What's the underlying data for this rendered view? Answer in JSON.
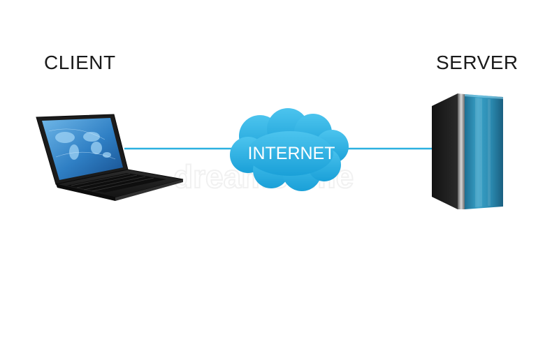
{
  "nodes": {
    "client": {
      "label": "CLIENT",
      "icon": "laptop-icon"
    },
    "internet": {
      "label": "INTERNET",
      "icon": "cloud-icon"
    },
    "server": {
      "label": "SERVER",
      "icon": "server-tower-icon"
    }
  },
  "connections": [
    {
      "from": "client",
      "to": "internet"
    },
    {
      "from": "internet",
      "to": "server"
    }
  ],
  "watermark": "dreamstime",
  "colors": {
    "link": "#2bb0e0",
    "cloud": "#29aee0",
    "text": "#1a1a1a",
    "background": "#ffffff"
  }
}
